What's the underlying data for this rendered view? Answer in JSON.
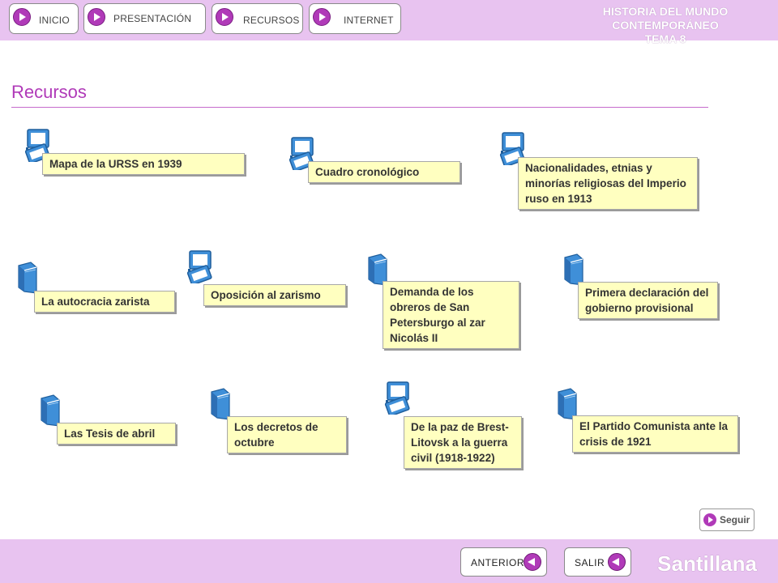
{
  "nav": {
    "inicio": "INICIO",
    "presentacion": "PRESENTACIÓN",
    "recursos": "RECURSOS",
    "internet": "INTERNET"
  },
  "header": {
    "title_line1": "HISTORIA DEL MUNDO CONTEMPORÁNEO",
    "title_line2": "TEMA 8"
  },
  "page": {
    "title": "Recursos"
  },
  "resources": [
    {
      "label": "Mapa de la URSS en 1939",
      "icon": "image-icon"
    },
    {
      "label": "Cuadro cronológico",
      "icon": "image-icon"
    },
    {
      "label": "Nacionalidades, etnias y minorías religiosas del Imperio ruso en 1913",
      "icon": "image-icon"
    },
    {
      "label": "La autocracia zarista",
      "icon": "book-icon"
    },
    {
      "label": "Oposición al zarismo",
      "icon": "image-icon"
    },
    {
      "label": "Demanda de los obreros de San Petersburgo al zar Nicolás II",
      "icon": "book-icon"
    },
    {
      "label": "Primera declaración del gobierno provisional",
      "icon": "book-icon"
    },
    {
      "label": "Las Tesis de abril",
      "icon": "book-icon"
    },
    {
      "label": "Los decretos de octubre",
      "icon": "book-icon"
    },
    {
      "label": "De la paz de Brest-Litovsk a la guerra civil (1918-1922)",
      "icon": "image-icon"
    },
    {
      "label": "El Partido Comunista ante la crisis de 1921",
      "icon": "book-icon"
    }
  ],
  "seguir": {
    "label": "Seguir"
  },
  "footer": {
    "anterior": "ANTERIOR",
    "salir": "SALIR",
    "brand": "Santillana"
  },
  "colors": {
    "bar": "#e8c3f0",
    "accent": "#b03ab8",
    "card_bg": "#ffffc0",
    "icon_blue": "#3f8fd8"
  }
}
